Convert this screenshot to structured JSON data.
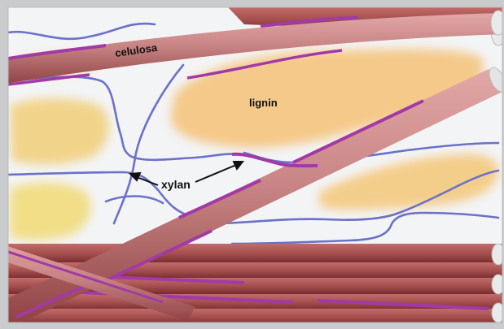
{
  "labels": {
    "cellulose": "celulosa",
    "lignin": "lignin",
    "xylan": "xylan"
  },
  "colors": {
    "frame": "#c9cbcd",
    "background": "#f4f5f7",
    "cellulose_fiber": "#c47f80",
    "cellulose_dark": "#9b4a4b",
    "lignin": "#f6c87c",
    "lignin_yellow": "#f1df7a",
    "xylan": "#6b71c9",
    "hemicellulose_coating": "#a23aa6"
  }
}
